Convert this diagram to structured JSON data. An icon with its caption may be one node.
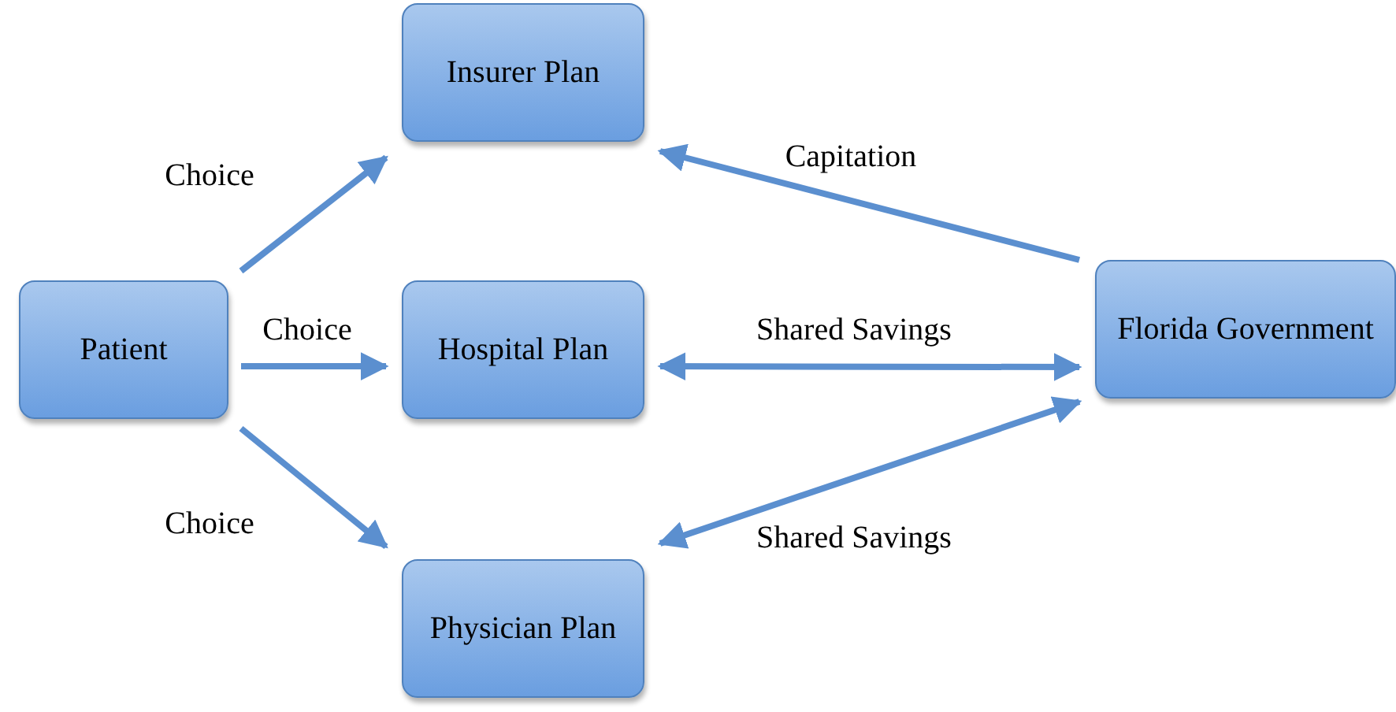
{
  "diagram": {
    "nodes": [
      {
        "text": [
          "Patient"
        ]
      },
      {
        "text": [
          "Insurer Plan"
        ]
      },
      {
        "text": [
          "Hospital Plan"
        ]
      },
      {
        "text": [
          "Physician Plan"
        ]
      },
      {
        "text": [
          "Florida Government"
        ]
      }
    ],
    "edges": [
      {
        "from": 0,
        "to": 1,
        "arrow": "to",
        "label": "Choice"
      },
      {
        "from": 0,
        "to": 2,
        "arrow": "to",
        "label": "Choice"
      },
      {
        "from": 0,
        "to": 3,
        "arrow": "to",
        "label": "Choice"
      },
      {
        "from": 4,
        "to": 1,
        "arrow": "to",
        "label": "Capitation"
      },
      {
        "from": 2,
        "to": 4,
        "arrow": "both",
        "label": "Shared Savings"
      },
      {
        "from": 3,
        "to": 4,
        "arrow": "both",
        "label": "Shared Savings"
      }
    ]
  }
}
